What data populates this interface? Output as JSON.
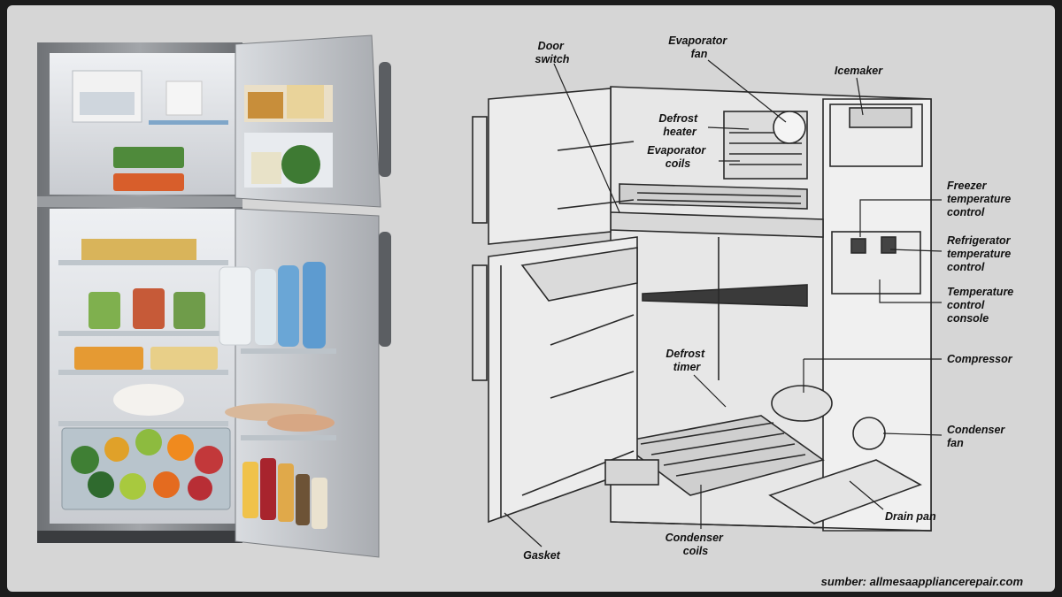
{
  "labels": {
    "door_switch": [
      "Door",
      "switch"
    ],
    "evaporator_fan": [
      "Evaporator",
      "fan"
    ],
    "icemaker": [
      "Icemaker"
    ],
    "defrost_heater": [
      "Defrost",
      "heater"
    ],
    "evaporator_coils": [
      "Evaporator",
      "coils"
    ],
    "freezer_temp_control": [
      "Freezer",
      "temperature",
      "control"
    ],
    "refrigerator_temp_control": [
      "Refrigerator",
      "temperature",
      "control"
    ],
    "temp_control_console": [
      "Temperature",
      "control",
      "console"
    ],
    "compressor": [
      "Compressor"
    ],
    "defrost_timer": [
      "Defrost",
      "timer"
    ],
    "condenser_fan": [
      "Condenser",
      "fan"
    ],
    "drain_pan": [
      "Drain pan"
    ],
    "condenser_coils": [
      "Condenser",
      "coils"
    ],
    "gasket": [
      "Gasket"
    ]
  },
  "source": "sumber: allmesaappliancerepair.com",
  "colors": {
    "frame": "#1c1c1c",
    "panel": "#d6d6d6",
    "fridge_body": "#8c8f93",
    "interior": "#e4e6ea",
    "line_art": "#2a2a2a"
  }
}
